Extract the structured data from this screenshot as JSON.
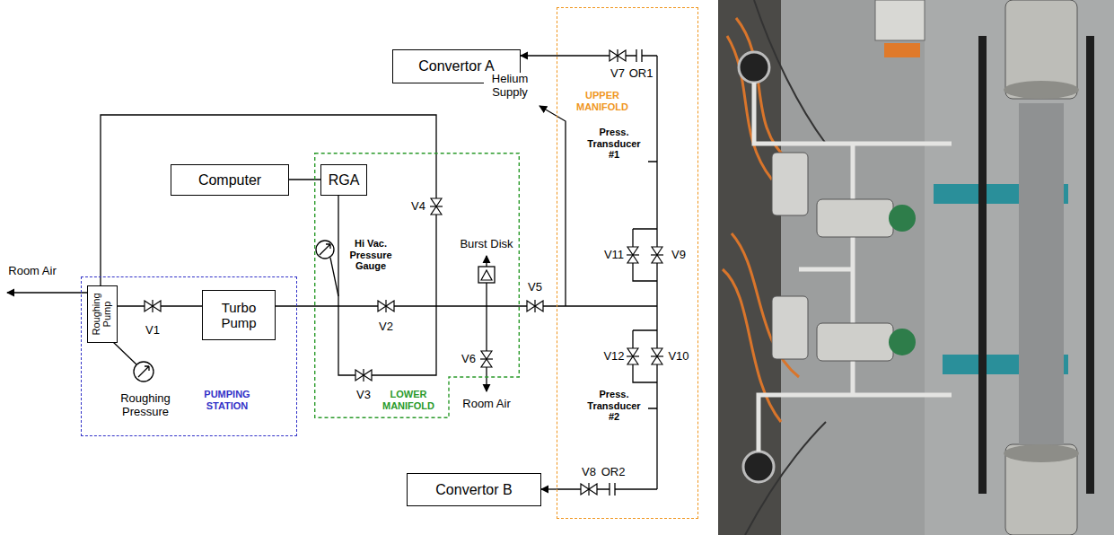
{
  "diagram": {
    "nodes": [
      {
        "text": [
          "Convertor A"
        ]
      },
      {
        "text": [
          "UPPER MANIFOLD"
        ]
      },
      {
        "text": [
          "Computer"
        ]
      },
      {
        "text": [
          "LOWER MANIFOLD"
        ]
      },
      {
        "text": [
          "RGA"
        ],
        "in": 3
      },
      {
        "text": [
          "PUMPING STATION"
        ]
      },
      {
        "text": [
          "Roughing Pump"
        ],
        "in": 5
      },
      {
        "text": [
          "Turbo Pump"
        ],
        "in": 5
      },
      {
        "text": [
          "Convertor B"
        ]
      }
    ],
    "edges": [
      {
        "from": 2,
        "to": 4,
        "arrow": "none"
      },
      {
        "from": 6,
        "to": 7,
        "arrow": "none"
      },
      {
        "from": 1,
        "to": 0,
        "arrow": "to"
      },
      {
        "from": 1,
        "to": 8,
        "arrow": "to"
      }
    ],
    "labels": [
      "V7",
      "OR1",
      "Helium Supply",
      "Press. Transducer #1",
      "Room Air",
      "Hi Vac. Pressure Gauge",
      "V4",
      "Burst Disk",
      "V5",
      "V11",
      "V9",
      "V1",
      "V2",
      "V12",
      "V10",
      "Press. Transducer #2",
      "Roughing Pressure",
      "V3",
      "V6",
      "Room Air",
      "V8",
      "OR2"
    ]
  }
}
